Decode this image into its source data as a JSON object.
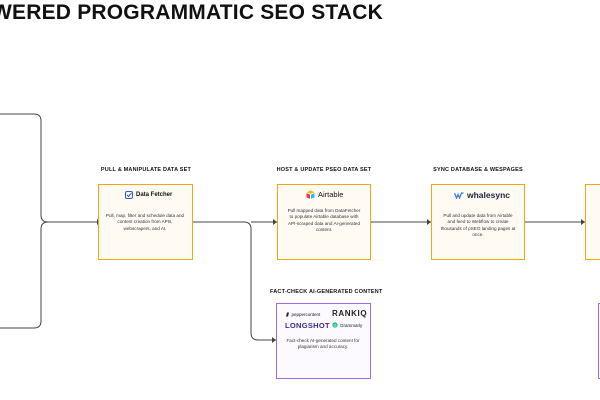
{
  "title": "WERED PROGRAMMATIC SEO STACK",
  "steps": {
    "pull": {
      "label": "PULL & MANIPULATE DATA SET",
      "logo": "Data Fetcher",
      "icon": "checkbox-icon",
      "desc": "Pull, map, filter and schedule data and content creation from APIs, webscrapers, and AI."
    },
    "host": {
      "label": "HOST & UPDATE PSEO DATA SET",
      "logo": "Airtable",
      "icon": "airtable-icon",
      "desc": "Pull mapped data from DataFetcher to populate Airtable database with API-scraped data and AI-generated content."
    },
    "sync": {
      "label": "SYNC DATABASE & WESPAGES",
      "logo": "whalesync",
      "icon": "whalesync-icon",
      "desc": "Pull and update data from Airtable and feed to Webflow to create thousands of pSEO landing pages at once."
    },
    "factcheck": {
      "label": "FACT-CHECK AI-GENERATED CONTENT",
      "logos": [
        "peppercontent",
        "RANKIQ",
        "LONGSHOT",
        "Grammarly"
      ],
      "desc": "Fact-check AI-generated content for plagiarism and accuracy."
    }
  },
  "colors": {
    "orange": "#f3a712",
    "purple": "#9b6ce6",
    "line": "#444444"
  }
}
